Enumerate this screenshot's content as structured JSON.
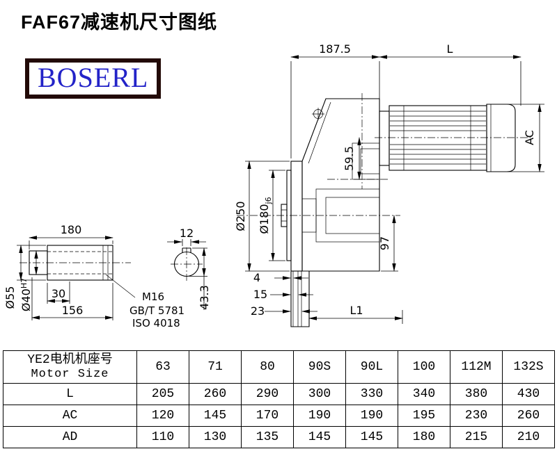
{
  "page": {
    "title": "FAF67减速机尺寸图纸",
    "logo_text": "BOSERL"
  },
  "drawing": {
    "dims": {
      "top_width": "187.5",
      "motor_length": "L",
      "motor_dia": "AC",
      "flange_dia": "Ø250",
      "spigot_dia": "Ø180",
      "spigot_fit": "j6",
      "center_595": "59.5",
      "height_97": "97",
      "step_4": "4",
      "step_15": "15",
      "step_23": "23",
      "length_l1": "L1",
      "shaft_len": "180",
      "key_width": "12",
      "shaft_dia": "Ø55",
      "bore_dia": "Ø40",
      "bore_fit": "H7",
      "step_30": "30",
      "len_156": "156",
      "thread": "M16",
      "bolt_std": "GB/T 5781",
      "iso_std": "ISO 4018",
      "key_depth": "43.3"
    }
  },
  "table": {
    "header": {
      "cn": "YE2电机机座号",
      "en": "Motor Size"
    },
    "columns": [
      "63",
      "71",
      "80",
      "90S",
      "90L",
      "100",
      "112M",
      "132S"
    ],
    "rows": [
      {
        "label": "L",
        "values": [
          "205",
          "260",
          "290",
          "300",
          "330",
          "340",
          "380",
          "430"
        ]
      },
      {
        "label": "AC",
        "values": [
          "120",
          "145",
          "170",
          "190",
          "190",
          "195",
          "230",
          "260"
        ]
      },
      {
        "label": "AD",
        "values": [
          "110",
          "130",
          "135",
          "145",
          "145",
          "180",
          "215",
          "210"
        ]
      }
    ]
  }
}
